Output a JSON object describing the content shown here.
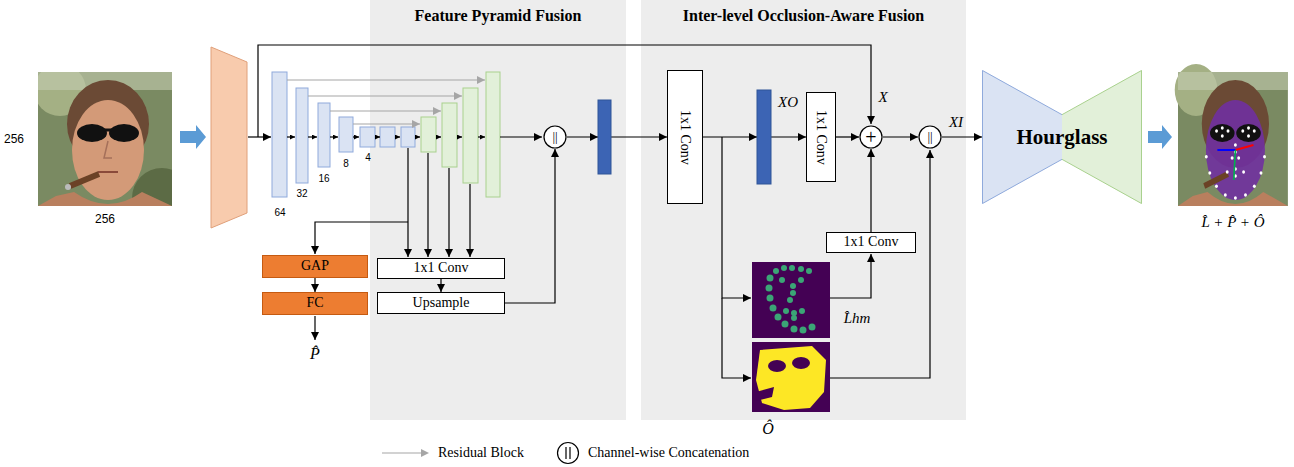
{
  "diagram": {
    "nodes": [
      {
        "text": [
          "GAP"
        ]
      },
      {
        "text": [
          "FC"
        ]
      },
      {
        "text": [
          "Feature Pyramid Fusion"
        ]
      },
      {
        "text": [
          "1x1 Conv"
        ],
        "in": 2
      },
      {
        "text": [
          "Upsample"
        ],
        "in": 2
      },
      {
        "text": [
          "||"
        ],
        "in": 2
      },
      {
        "text": [
          "Inter-level Occlusion-Aware Fusion"
        ]
      },
      {
        "text": [
          "1x1 Conv"
        ],
        "in": 6
      },
      {
        "text": [
          "1x1 Conv"
        ],
        "in": 6
      },
      {
        "text": [
          "+"
        ],
        "in": 6
      },
      {
        "text": [
          "1x1 Conv"
        ],
        "in": 6
      },
      {
        "text": [
          "||"
        ],
        "in": 6
      },
      {
        "text": [
          "Hourglass"
        ]
      }
    ],
    "edges": [
      {
        "from": 0,
        "to": 1,
        "arrow": "to"
      },
      {
        "from": 3,
        "to": 4,
        "arrow": "to"
      },
      {
        "from": 4,
        "to": 5,
        "arrow": "to"
      },
      {
        "from": 5,
        "to": 7,
        "arrow": "to"
      },
      {
        "from": 7,
        "to": 8,
        "arrow": "to"
      },
      {
        "from": 8,
        "to": 9,
        "arrow": "to"
      },
      {
        "from": 10,
        "to": 9,
        "arrow": "to"
      },
      {
        "from": 9,
        "to": 11,
        "arrow": "to"
      },
      {
        "from": 11,
        "to": 12,
        "arrow": "to"
      }
    ],
    "labels": [
      "256",
      "256",
      "64",
      "32",
      "16",
      "8",
      "4",
      "P̂",
      "X",
      "XO",
      "L̂hm",
      "Ô",
      "XI",
      "L̂ + P̂ + Ô"
    ],
    "legend": [
      {
        "text": "Residual Block"
      },
      {
        "text": "Channel-wise Concatenation"
      }
    ]
  }
}
